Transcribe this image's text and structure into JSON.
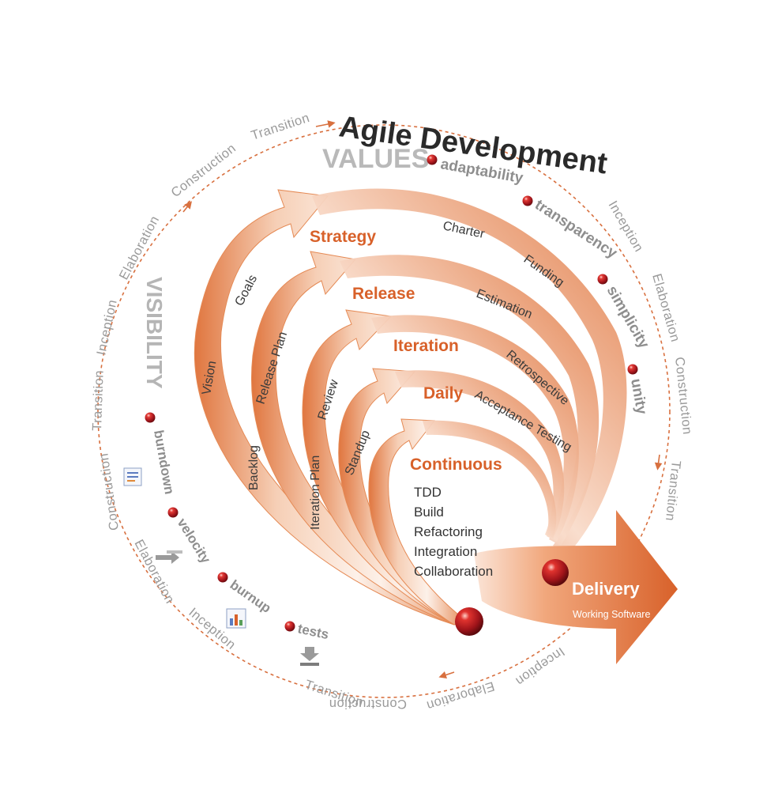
{
  "title": "Agile Development",
  "values": {
    "heading": "VALUES",
    "items": [
      "adaptability",
      "transparency",
      "simplicity",
      "unity"
    ]
  },
  "visibility": {
    "heading": "VISIBILITY",
    "items": [
      "burndown",
      "velocity",
      "burnup",
      "tests"
    ]
  },
  "ring": {
    "phases": [
      "Inception",
      "Elaboration",
      "Construction",
      "Transition"
    ]
  },
  "levels": {
    "strategy": {
      "label": "Strategy",
      "inner": [
        "Vision",
        "Goals"
      ],
      "outer": [
        "Charter",
        "Funding"
      ]
    },
    "release": {
      "label": "Release",
      "inner": [
        "Backlog",
        "Release Plan"
      ],
      "outer": [
        "Estimation"
      ]
    },
    "iteration": {
      "label": "Iteration",
      "inner": [
        "Iteration Plan",
        "Review"
      ],
      "outer": [
        "Retrospective"
      ]
    },
    "daily": {
      "label": "Daily",
      "inner": [
        "Standup"
      ],
      "outer": [
        "Acceptance Testing"
      ]
    },
    "continuous": {
      "label": "Continuous",
      "items": [
        "TDD",
        "Build",
        "Refactoring",
        "Integration",
        "Collaboration"
      ]
    }
  },
  "delivery": {
    "label": "Delivery",
    "sub": "Working Software"
  },
  "colors": {
    "arrow_dark": "#d8612a",
    "arrow_light": "#fbe9df",
    "bead": "#b01e23",
    "ring": "#d8703f"
  }
}
